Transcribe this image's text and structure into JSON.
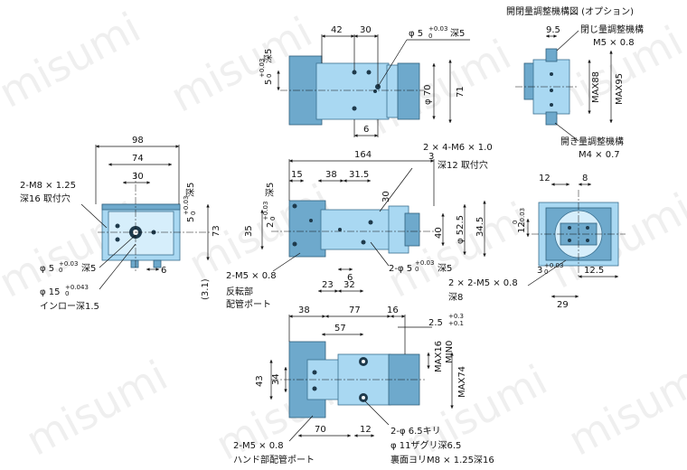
{
  "watermark": "misumi",
  "colors": {
    "part": "#a9d8f2",
    "part_dark": "#6ea9cc",
    "line": "#111111"
  },
  "option_title": "開閉量調整機構図 (オプション)",
  "top_view": {
    "dims": [
      "42",
      "30",
      "φ 5",
      "+0.03",
      "0",
      "深5",
      "5",
      "+0.03",
      "0",
      "深5",
      "φ 70",
      "71",
      "6"
    ]
  },
  "left_view": {
    "dims": [
      "98",
      "74",
      "30",
      "深5",
      "5",
      "+0.03",
      "0",
      "73",
      "6",
      "(3.1)"
    ],
    "notes": [
      "2-M8 × 1.25",
      "深16 取付穴",
      "φ 5",
      "+0.03",
      "0",
      "深5",
      "φ 15",
      "+0.043",
      "0",
      "インロー深1.5"
    ]
  },
  "front_view": {
    "dims": [
      "164",
      "15",
      "38",
      "31.5",
      "30",
      "3",
      "深5",
      "2",
      "+0.03",
      "0",
      "35",
      "40",
      "φ 52.5",
      "34.5",
      "6",
      "23",
      "32"
    ],
    "notes": [
      "2 × 4-M6 × 1.0",
      "深12 取付穴",
      "2-M5 × 0.8",
      "反転部",
      "配管ポート",
      "2-φ 5",
      "+0.03",
      "0",
      "深5"
    ]
  },
  "right_view": {
    "dims": [
      "12",
      "8",
      "12",
      "0",
      "-0.03",
      "3",
      "+0.03",
      "0",
      "12.5",
      "29"
    ],
    "notes": [
      "2 × 2-M5 × 0.8",
      "深8"
    ]
  },
  "bottom_view": {
    "dims": [
      "38",
      "77",
      "16",
      "57",
      "2.5",
      "+0.3",
      "+0.1",
      "43",
      "34",
      "70",
      "12",
      "MAX16",
      "MIN0",
      "MAX74"
    ],
    "notes": [
      "2-M5 × 0.8",
      "ハンド部配管ポート",
      "2-φ 6.5キリ",
      "φ 11ザグリ深6.5",
      "裏面ヨリM8 × 1.25深16"
    ]
  },
  "option_view": {
    "dims": [
      "9.5",
      "MAX88",
      "MAX95"
    ],
    "notes": [
      "閉じ量調整機構",
      "M5 × 0.8",
      "開き量調整機構",
      "M4 × 0.7"
    ]
  }
}
